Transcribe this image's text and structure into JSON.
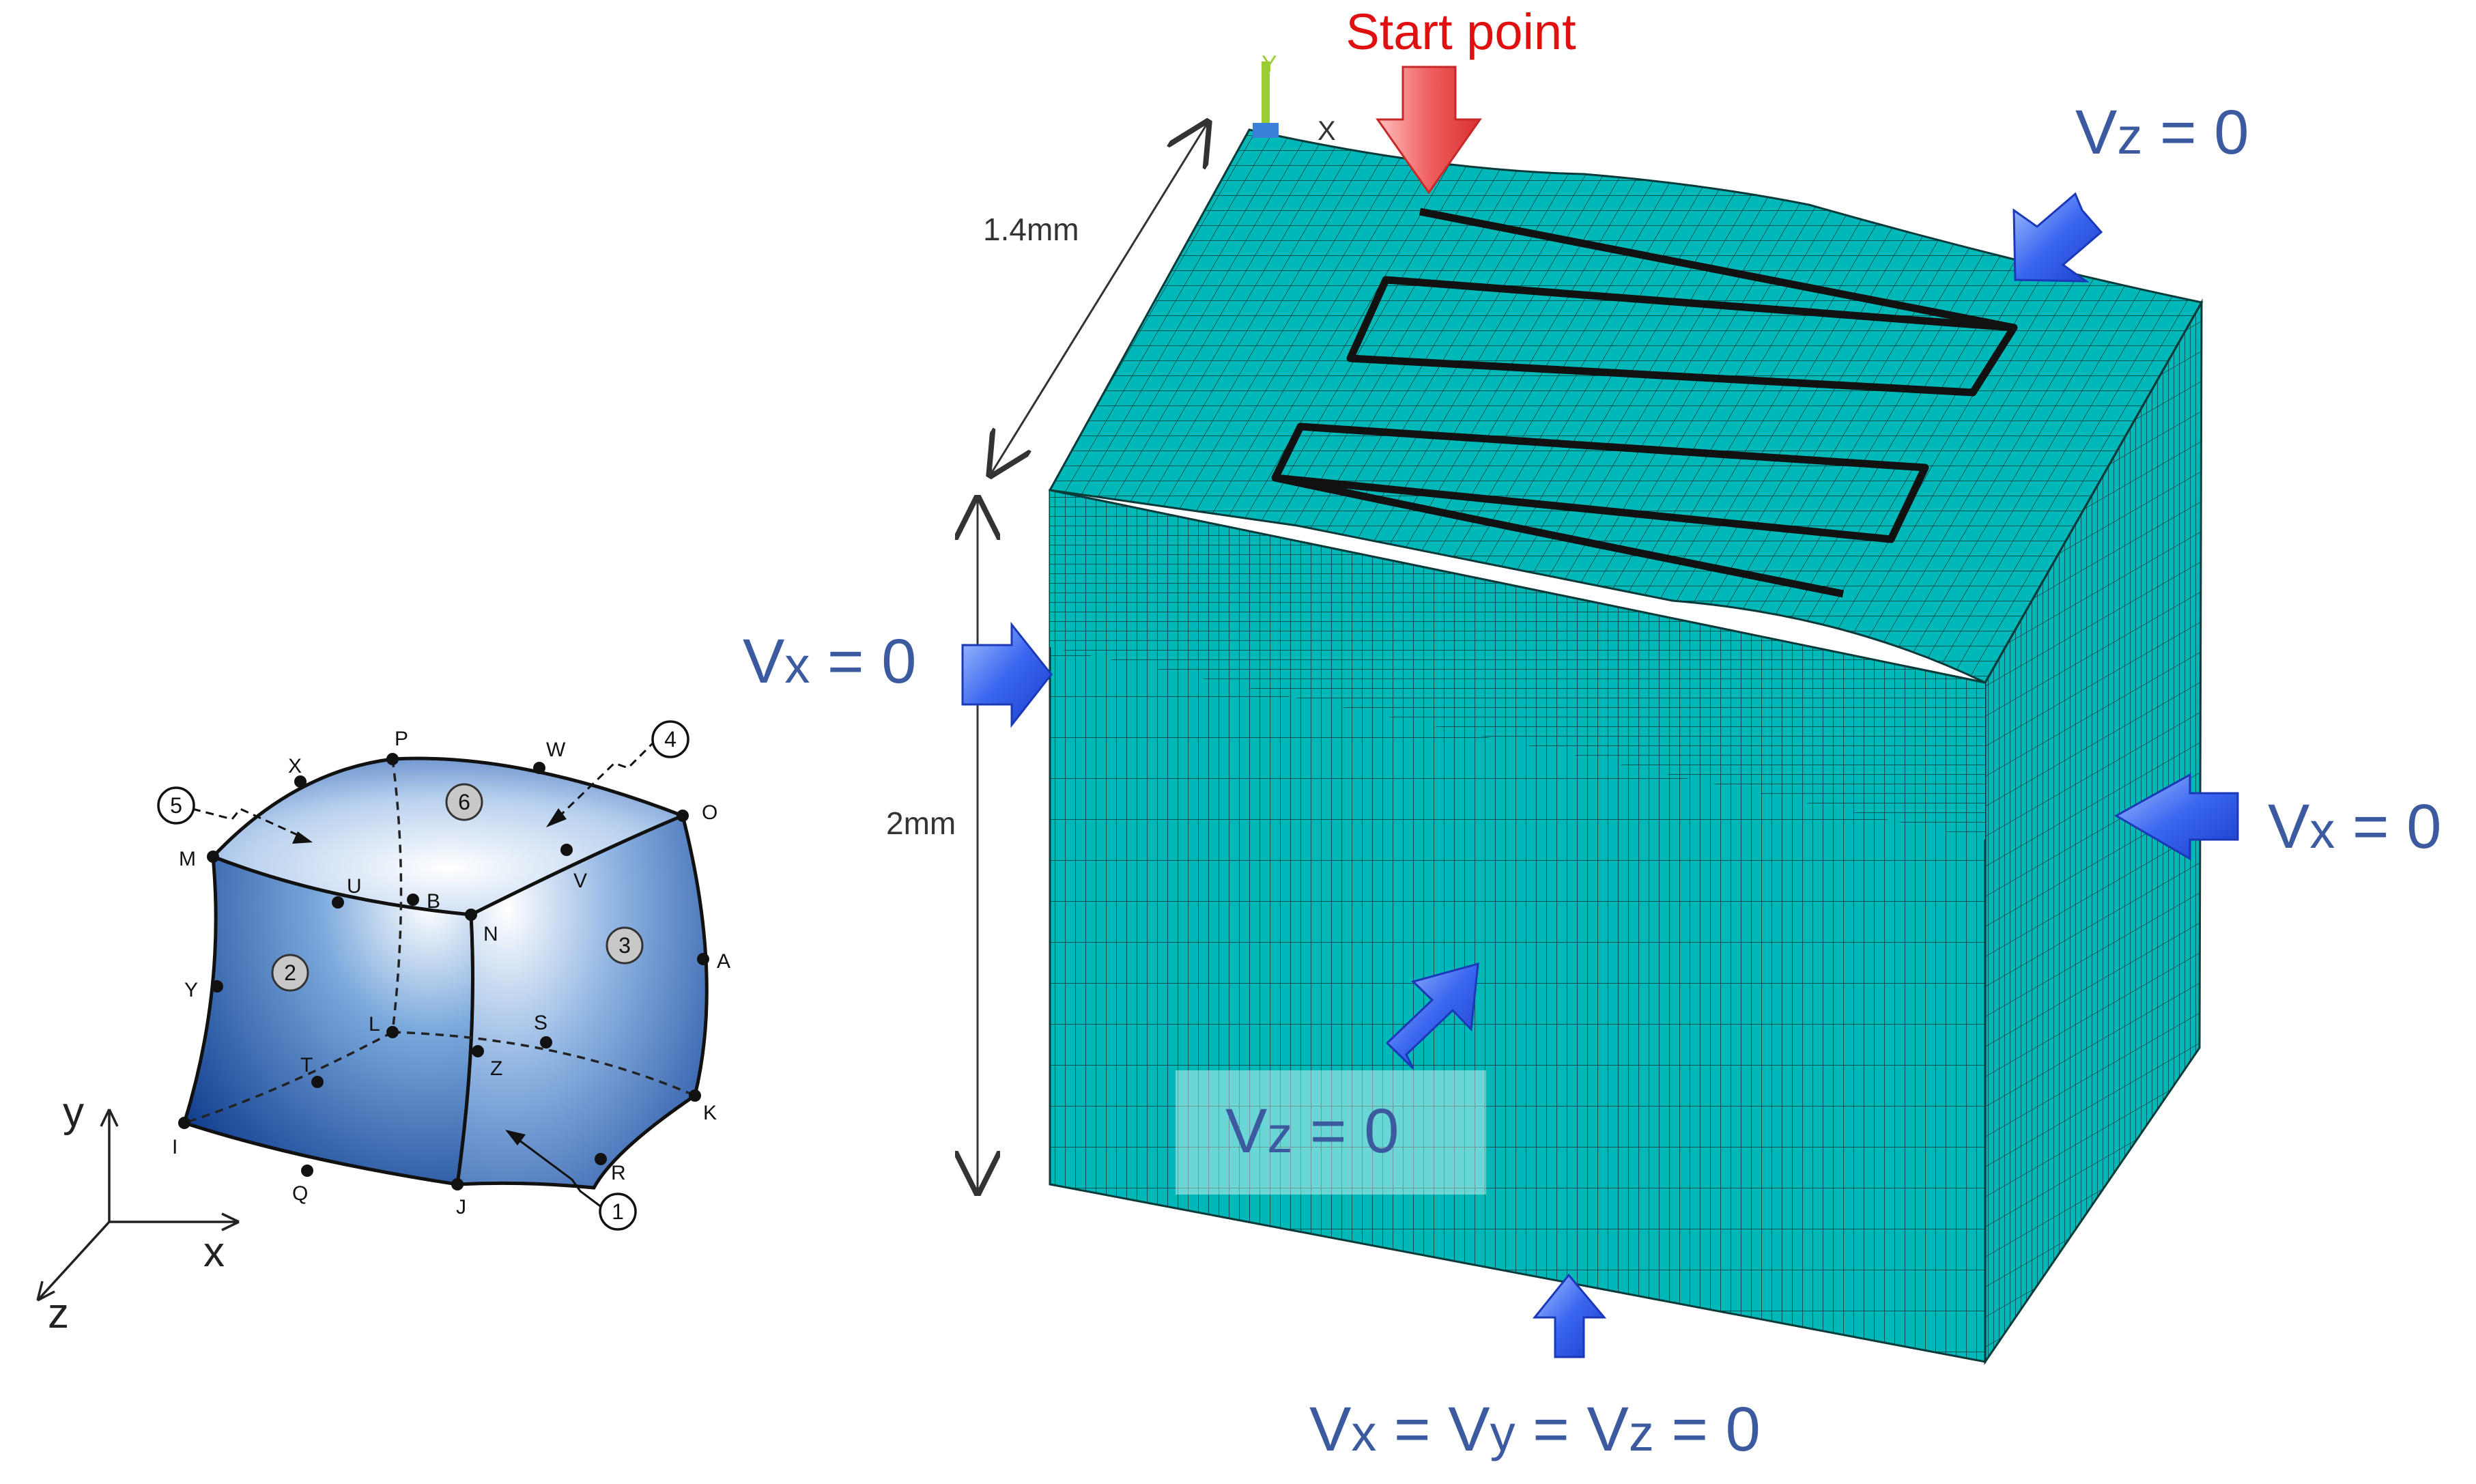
{
  "colors": {
    "mesh_fill": "#00b8b8",
    "mesh_line": "#0b3a3a",
    "bc_arrow": "#2f5ce8",
    "bc_text": "#3b5aa0",
    "start_arrow": "#e84040",
    "start_text": "#e01010",
    "element_dark": "#0c3a8c",
    "element_light": "#ffffff"
  },
  "start_label": "Start point",
  "dimensions": {
    "depth": "1.4mm",
    "height": "2mm"
  },
  "triad": {
    "x": "X",
    "y": "Y"
  },
  "boundary_conditions": {
    "top_right": {
      "v": "V",
      "sub": "z",
      "rest": " = 0"
    },
    "left": {
      "v": "V",
      "sub": "x",
      "rest": " = 0"
    },
    "right": {
      "v": "V",
      "sub": "x",
      "rest": " = 0"
    },
    "front": {
      "v": "V",
      "sub": "z",
      "rest": " = 0"
    },
    "bottom": {
      "p1": "V",
      "s1": "x",
      "p2": " = V",
      "s2": "y",
      "p3": " = V",
      "s3": "z",
      "p4": " = 0"
    }
  },
  "element": {
    "nodes": {
      "P": "P",
      "X": "X",
      "W": "W",
      "M": "M",
      "O": "O",
      "U": "U",
      "B": "B",
      "N": "N",
      "V": "V",
      "Y": "Y",
      "A": "A",
      "L": "L",
      "S": "S",
      "T": "T",
      "Z": "Z",
      "K": "K",
      "I": "I",
      "R": "R",
      "Q": "Q",
      "J": "J"
    },
    "faces": [
      "1",
      "2",
      "3",
      "4",
      "5",
      "6"
    ],
    "axes": {
      "x": "x",
      "y": "y",
      "z": "z"
    }
  }
}
